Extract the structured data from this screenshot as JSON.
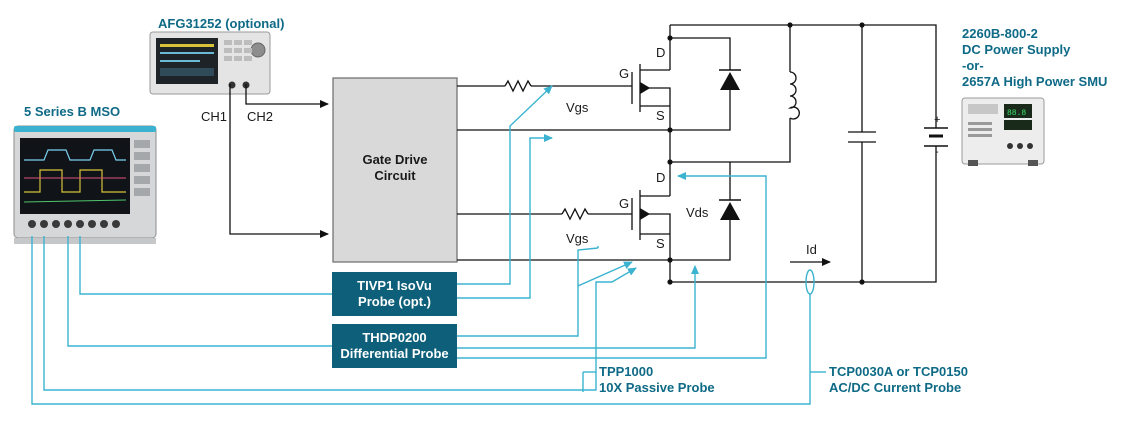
{
  "instruments": {
    "afg": "AFG31252 (optional)",
    "mso": "5 Series B MSO",
    "supply": [
      "2260B-800-2",
      "DC Power Supply",
      "-or-",
      "2657A High Power SMU"
    ]
  },
  "channels": {
    "ch1": "CH1",
    "ch2": "CH2"
  },
  "gate_drive": [
    "Gate Drive",
    "Circuit"
  ],
  "probes": {
    "tivp": [
      "TIVP1 IsoVu",
      "Probe (opt.)"
    ],
    "thdp": [
      "THDP0200",
      "Differential Probe"
    ],
    "tpp": [
      "TPP1000",
      "10X Passive Probe"
    ],
    "tcp": [
      "TCP0030A or TCP0150",
      "AC/DC Current Probe"
    ]
  },
  "terminals": {
    "gate": "G",
    "drain": "D",
    "source": "S"
  },
  "signals": {
    "vgs": "Vgs",
    "vds": "Vds",
    "id": "Id",
    "plus": "+",
    "minus": "-"
  },
  "colors": {
    "probe_cable": "#3bb3d0",
    "probe_block": "#0e5f7a",
    "accent_text": "#0e6a86",
    "gate_drive_fill": "#d9d9d9"
  }
}
